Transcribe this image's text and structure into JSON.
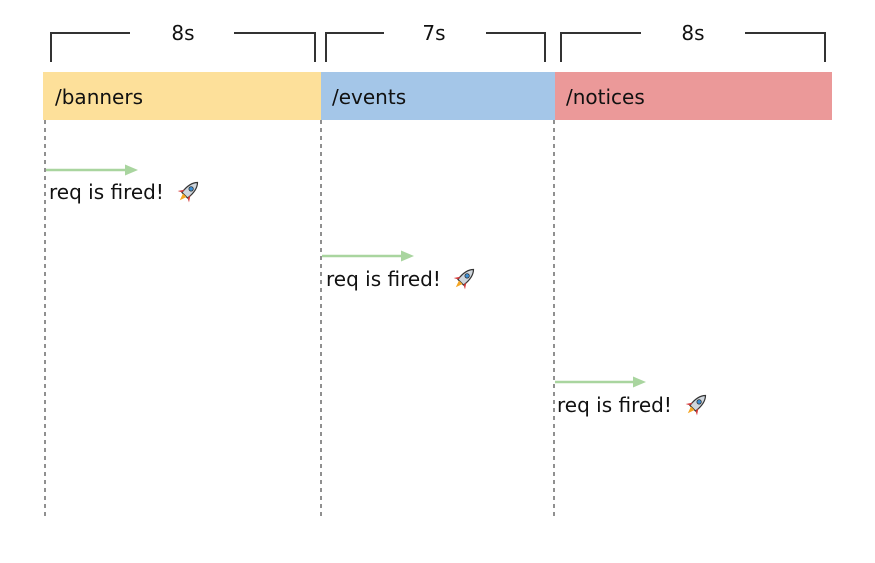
{
  "durations": [
    "8s",
    "7s",
    "8s"
  ],
  "endpoints": [
    {
      "label": "/banners",
      "color": "#fde09a"
    },
    {
      "label": "/events",
      "color": "#a4c6e8"
    },
    {
      "label": "/notices",
      "color": "#eb9999"
    }
  ],
  "events": [
    {
      "text": "req is fired!",
      "icon": "rocket-icon"
    },
    {
      "text": "req is fired!",
      "icon": "rocket-icon"
    },
    {
      "text": "req is fired!",
      "icon": "rocket-icon"
    }
  ],
  "colors": {
    "arrow": "#a9d59f",
    "divider": "#555555",
    "bracket": "#333333"
  }
}
